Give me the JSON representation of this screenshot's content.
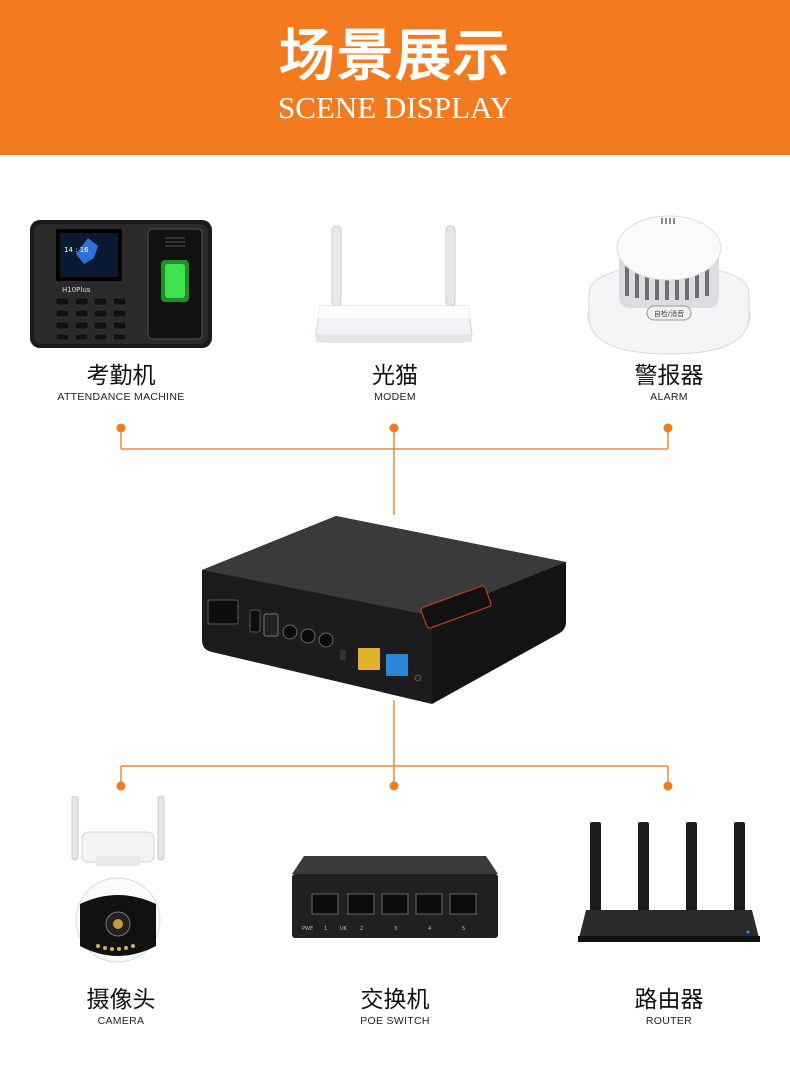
{
  "header": {
    "title": "场景展示",
    "subtitle": "SCENE DISPLAY"
  },
  "colors": {
    "accent": "#f47a20",
    "line": "#e88a3a"
  },
  "top_devices": [
    {
      "cn": "考勤机",
      "en": "ATTENDANCE MACHINE",
      "icon": "attendance-machine-icon"
    },
    {
      "cn": "光猫",
      "en": "MODEM",
      "icon": "modem-icon"
    },
    {
      "cn": "警报器",
      "en": "ALARM",
      "icon": "alarm-icon"
    }
  ],
  "center_device": {
    "icon": "mini-ups-icon"
  },
  "bottom_devices": [
    {
      "cn": "摄像头",
      "en": "CAMERA",
      "icon": "camera-icon"
    },
    {
      "cn": "交换机",
      "en": "POE SWITCH",
      "icon": "poe-switch-icon"
    },
    {
      "cn": "路由器",
      "en": "ROUTER",
      "icon": "router-icon"
    }
  ],
  "device_text": {
    "attendance_model": "H10Plus",
    "attendance_time": "14 : 16",
    "alarm_button": "自检/消音",
    "switch_port_labels": [
      "PWE",
      "1",
      "UK",
      "2",
      "3",
      "4",
      "5"
    ]
  }
}
